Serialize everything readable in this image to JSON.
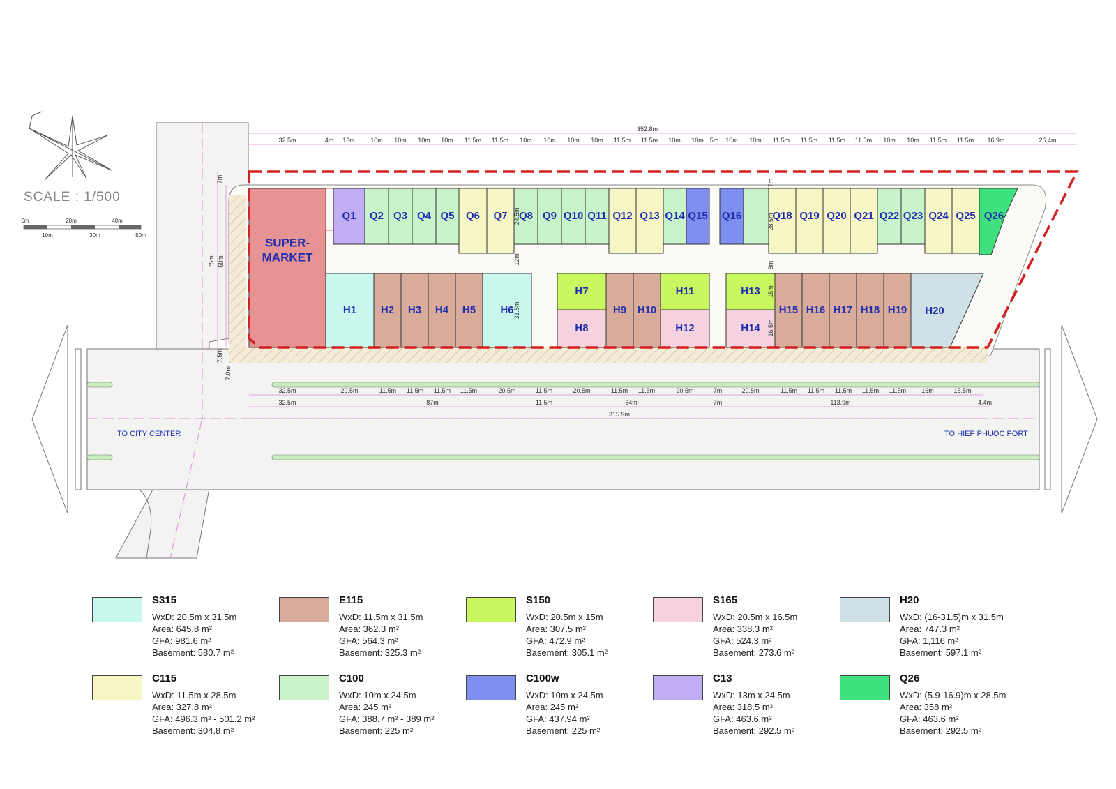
{
  "colors": {
    "S315": "#c8f7ee",
    "E115": "#d9ab9b",
    "S150": "#c8f760",
    "S165": "#f6d2e0",
    "H20": "#cfe0e6",
    "C115": "#f7f7c6",
    "C100": "#c9f3c9",
    "C100w": "#7f8ff0",
    "C13": "#c2aef5",
    "Q26": "#3fe07e",
    "supermarket": "#e89393",
    "road": "#f3f3f1",
    "boundary": "#d42020"
  },
  "scale": {
    "title": "SCALE : 1/500",
    "ticks_top": [
      "0m",
      "20m",
      "40m"
    ],
    "ticks_bottom": [
      "10m",
      "30m",
      "50m"
    ]
  },
  "directions": {
    "left": "TO CITY CENTER",
    "right": "TO HIEP PHUOC PORT"
  },
  "supermarket": {
    "line1": "SUPER-",
    "line2": "MARKET"
  },
  "top_lots": [
    {
      "id": "Q1",
      "type": "C13"
    },
    {
      "id": "Q2",
      "type": "C100"
    },
    {
      "id": "Q3",
      "type": "C100"
    },
    {
      "id": "Q4",
      "type": "C100"
    },
    {
      "id": "Q5",
      "type": "C100"
    },
    {
      "id": "Q6",
      "type": "C115"
    },
    {
      "id": "Q7",
      "type": "C115"
    },
    {
      "id": "Q8",
      "type": "C100"
    },
    {
      "id": "Q9",
      "type": "C100"
    },
    {
      "id": "Q10",
      "type": "C100"
    },
    {
      "id": "Q11",
      "type": "C100"
    },
    {
      "id": "Q12",
      "type": "C115"
    },
    {
      "id": "Q13",
      "type": "C115"
    },
    {
      "id": "Q14",
      "type": "C100"
    },
    {
      "id": "Q15",
      "type": "C100w"
    },
    {
      "id": "Q16",
      "type": "C100w"
    },
    {
      "id": "",
      "type": "C100"
    },
    {
      "id": "Q18",
      "type": "C115"
    },
    {
      "id": "Q19",
      "type": "C115"
    },
    {
      "id": "Q20",
      "type": "C115"
    },
    {
      "id": "Q21",
      "type": "C115"
    },
    {
      "id": "Q22",
      "type": "C100"
    },
    {
      "id": "Q23",
      "type": "C100"
    },
    {
      "id": "Q24",
      "type": "C115"
    },
    {
      "id": "Q25",
      "type": "C115"
    },
    {
      "id": "Q26",
      "type": "Q26"
    }
  ],
  "bottom_lots": [
    {
      "id": "H1",
      "type": "S315"
    },
    {
      "id": "H2",
      "type": "E115"
    },
    {
      "id": "H3",
      "type": "E115"
    },
    {
      "id": "H4",
      "type": "E115"
    },
    {
      "id": "H5",
      "type": "E115"
    },
    {
      "id": "H6",
      "type": "S315"
    },
    {
      "id": "H7",
      "type": "S150"
    },
    {
      "id": "H8",
      "type": "S165"
    },
    {
      "id": "H9",
      "type": "E115"
    },
    {
      "id": "H10",
      "type": "E115"
    },
    {
      "id": "H11",
      "type": "S150"
    },
    {
      "id": "H12",
      "type": "S165"
    },
    {
      "id": "H13",
      "type": "S150"
    },
    {
      "id": "H14",
      "type": "S165"
    },
    {
      "id": "H15",
      "type": "E115"
    },
    {
      "id": "H16",
      "type": "E115"
    },
    {
      "id": "H17",
      "type": "E115"
    },
    {
      "id": "H18",
      "type": "E115"
    },
    {
      "id": "H19",
      "type": "E115"
    },
    {
      "id": "H20",
      "type": "H20"
    }
  ],
  "dimensions": {
    "total_top": "352.8m",
    "top_row": [
      "32.5m",
      "4m",
      "13m",
      "10m",
      "10m",
      "10m",
      "10m",
      "11.5m",
      "11.5m",
      "10m",
      "10m",
      "10m",
      "10m",
      "11.5m",
      "11.5m",
      "10m",
      "10m",
      "5m",
      "10m",
      "10m",
      "11.5m",
      "11.5m",
      "11.5m",
      "11.5m",
      "10m",
      "10m",
      "11.5m",
      "11.5m",
      "16.9m",
      "26.4m"
    ],
    "bottom_row1": [
      "32.5m",
      "20.5m",
      "11.5m",
      "11.5m",
      "11.5m",
      "11.5m",
      "20.5m",
      "11.5m",
      "20.5m",
      "11.5m",
      "11.5m",
      "20.5m",
      "7m",
      "20.5m",
      "11.5m",
      "11.5m",
      "11.5m",
      "11.5m",
      "11.5m",
      "16m",
      "15.5m"
    ],
    "bottom_row2": [
      "32.5m",
      "87m",
      "11.5m",
      "64m",
      "7m",
      "113.9m",
      "4.4m"
    ],
    "total_bottom": "315.9m",
    "vertical": [
      "7m",
      "75m",
      "68m",
      "7.5m",
      "7.0m",
      "24.5m",
      "12m",
      "31.5m",
      "28.5m",
      "8m",
      "7m",
      "15m",
      "16.5m"
    ]
  },
  "legend": [
    {
      "name": "S315",
      "lines": [
        "WxD: 20.5m x 31.5m",
        "Area: 645.8 m²",
        "GFA: 981.6 m²",
        "Basement: 580.7 m²"
      ]
    },
    {
      "name": "E115",
      "lines": [
        "WxD: 11.5m x 31.5m",
        "Area: 362.3 m²",
        "GFA: 564.3 m²",
        "Basement: 325.3 m²"
      ]
    },
    {
      "name": "S150",
      "lines": [
        "WxD: 20.5m x 15m",
        "Area: 307.5 m²",
        "GFA: 472.9 m²",
        "Basement: 305.1 m²"
      ]
    },
    {
      "name": "S165",
      "lines": [
        "WxD: 20.5m x 16.5m",
        "Area: 338.3 m²",
        "GFA: 524.3 m²",
        "Basement: 273.6 m²"
      ]
    },
    {
      "name": "H20",
      "lines": [
        "WxD: (16-31.5)m x 31.5m",
        "Area: 747.3 m²",
        "GFA: 1,116 m²",
        "Basement: 597.1 m²"
      ]
    },
    {
      "name": "C115",
      "lines": [
        "WxD: 11.5m x 28.5m",
        "Area: 327.8 m²",
        "GFA: 496.3 m² - 501.2 m²",
        "Basement: 304.8 m²"
      ]
    },
    {
      "name": "C100",
      "lines": [
        "WxD: 10m x 24.5m",
        "Area: 245 m²",
        "GFA: 388.7 m² - 389 m²",
        "Basement: 225 m²"
      ]
    },
    {
      "name": "C100w",
      "lines": [
        "WxD: 10m x 24.5m",
        "Area: 245 m²",
        "GFA: 437.94 m²",
        "Basement: 225 m²"
      ]
    },
    {
      "name": "C13",
      "lines": [
        "WxD: 13m x 24.5m",
        "Area: 318.5 m²",
        "GFA: 463.6 m²",
        "Basement: 292.5 m²"
      ]
    },
    {
      "name": "Q26",
      "lines": [
        "WxD: (5.9-16.9)m x 28.5m",
        "Area: 358 m²",
        "GFA: 463.6 m²",
        "Basement: 292.5 m²"
      ]
    }
  ]
}
